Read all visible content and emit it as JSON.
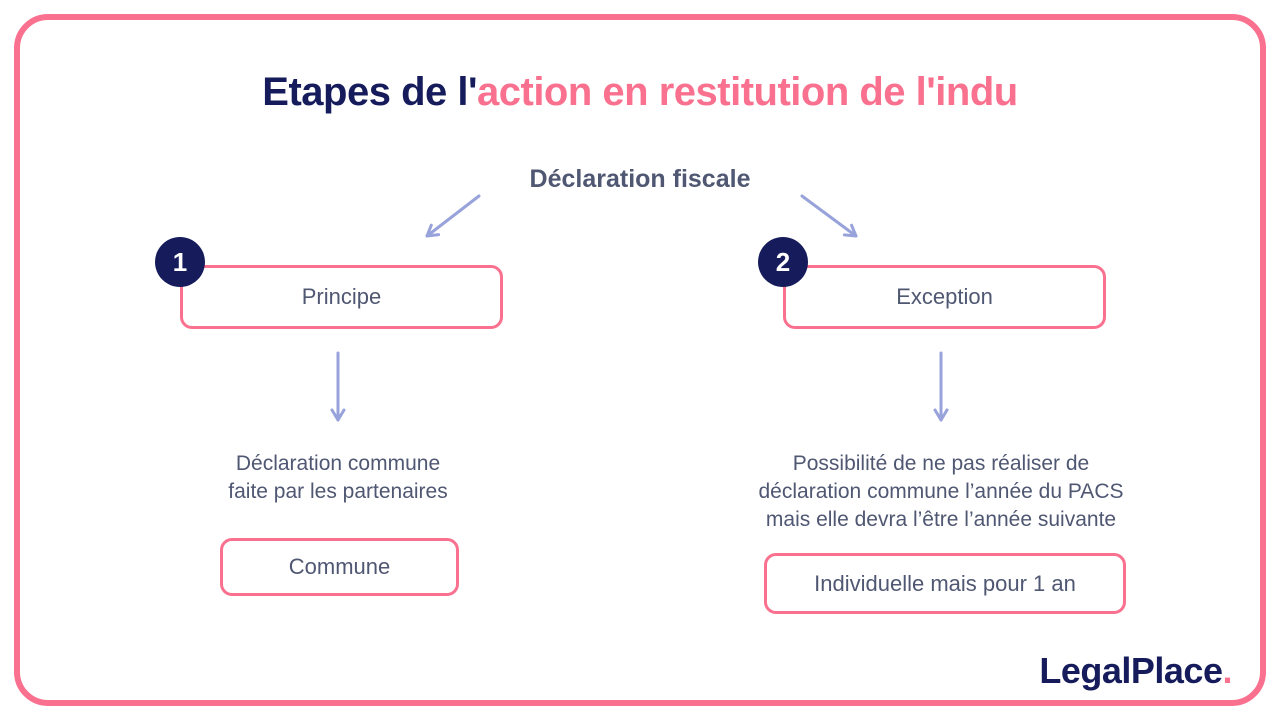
{
  "colors": {
    "pink": "#F9718E",
    "navy": "#161C5B",
    "slate": "#4F5772",
    "lavender": "#98A2DB"
  },
  "title": {
    "prefix": "Etapes de l'",
    "highlight": "action en restitution de l'indu"
  },
  "diagram": {
    "root_label": "Déclaration fiscale",
    "branches": [
      {
        "badge": "1",
        "node_label": "Principe",
        "description": "Déclaration commune\nfaite par les partenaires",
        "result_label": "Commune"
      },
      {
        "badge": "2",
        "node_label": "Exception",
        "description": "Possibilité de ne pas réaliser de\ndéclaration commune l’année du PACS\nmais elle devra l’être l’année suivante",
        "result_label": "Individuelle mais pour 1 an"
      }
    ]
  },
  "logo": {
    "name": "LegalPlace",
    "dot": "."
  }
}
